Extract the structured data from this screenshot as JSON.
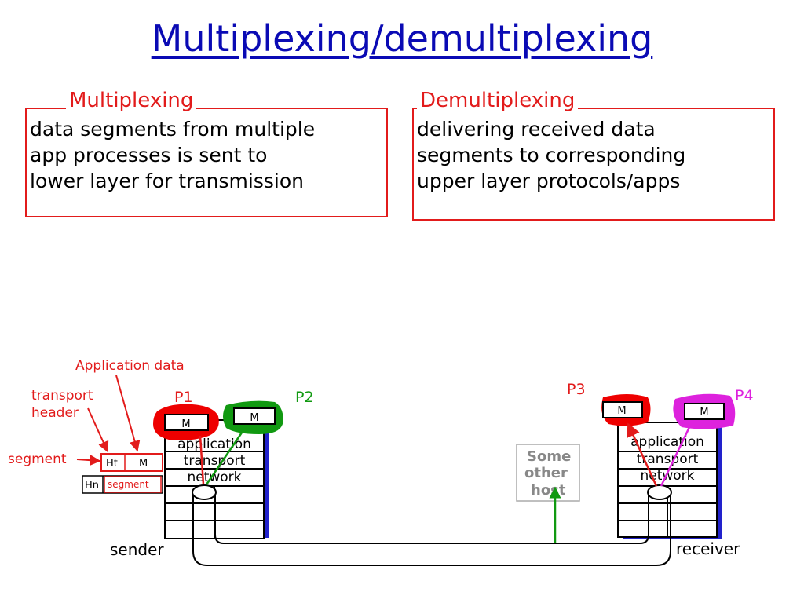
{
  "title": "Multiplexing/demultiplexing",
  "mux": {
    "heading": "Multiplexing",
    "lines": [
      "data segments from multiple",
      "app processes is sent to",
      "lower layer for transmission"
    ]
  },
  "demux": {
    "heading": "Demultiplexing",
    "lines": [
      "delivering received data",
      "segments to corresponding",
      "upper layer protocols/apps"
    ]
  },
  "diagram": {
    "application_data_label": "Application data",
    "transport_header_label": [
      "transport",
      "header"
    ],
    "segment_label": "segment",
    "segment_header": "Ht",
    "network_header": "Hn",
    "segment_inner": "segment",
    "message": "M",
    "p1": "P1",
    "p2": "P2",
    "p3": "P3",
    "p4": "P4",
    "layers": [
      "application",
      "transport",
      "network"
    ],
    "other_host": [
      "Some",
      "other",
      "host"
    ],
    "sender": "sender",
    "receiver": "receiver"
  },
  "colors": {
    "title": "#0a0ab4",
    "red": "#e21b1b",
    "green": "#119911",
    "magenta": "#dd22dd",
    "stack_shadow": "#2222cc",
    "other_host_gray": "#888888"
  }
}
